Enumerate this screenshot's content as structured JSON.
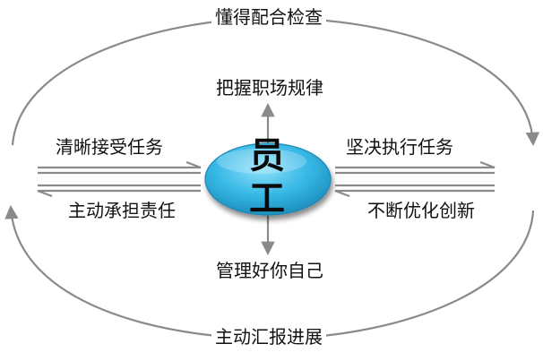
{
  "center": {
    "line1": "员",
    "line2": "工"
  },
  "labels": {
    "top": "懂得配合检查",
    "bottom": "主动汇报进展",
    "up": "把握职场规律",
    "down": "管理好你自己",
    "left_top": "清晰接受任务",
    "left_bottom": "主动承担责任",
    "right_top": "坚决执行任务",
    "right_bottom": "不断优化创新"
  },
  "colors": {
    "ellipse_fill": "#35b7e5",
    "ellipse_edge": "#1f86b4",
    "arrow": "#8a8a8a"
  }
}
